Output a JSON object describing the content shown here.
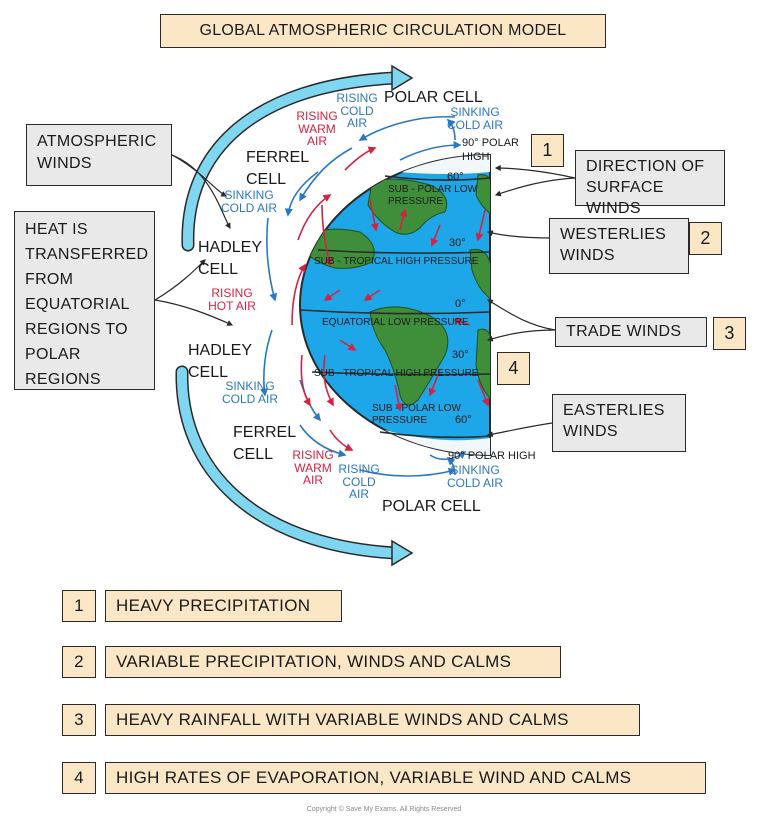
{
  "title": "GLOBAL ATMOSPHERIC CIRCULATION MODEL",
  "left_labels": {
    "atmospheric_winds": "ATMOSPHERIC WINDS",
    "heat_transfer": "HEAT IS TRANSFERRED FROM EQUATORIAL REGIONS TO POLAR REGIONS"
  },
  "right_labels": {
    "surface_winds": "DIRECTION OF SURFACE WINDS",
    "westerlies": "WESTERLIES WINDS",
    "trade_winds": "TRADE WINDS",
    "easterlies": "EASTERLIES WINDS"
  },
  "markers": [
    "1",
    "2",
    "3",
    "4"
  ],
  "cells": {
    "polar_top": "POLAR CELL",
    "ferrel_top": "FERREL CELL",
    "hadley_top": "HADLEY CELL",
    "hadley_bottom": "HADLEY CELL",
    "ferrel_bottom": "FERREL CELL",
    "polar_bottom": "POLAR CELL"
  },
  "air_labels": {
    "rising_cold_air_top": "RISING COLD AIR",
    "rising_warm_air_top": "RISING WARM AIR",
    "sinking_cold_air_top": "SINKING COLD AIR",
    "sinking_cold_air_upper_mid": "SINKING COLD AIR",
    "rising_hot_air": "RISING HOT AIR",
    "sinking_cold_air_lower_mid": "SINKING COLD AIR",
    "rising_warm_air_bottom": "RISING WARM AIR",
    "rising_cold_air_bottom": "RISING COLD AIR",
    "sinking_cold_air_bottom": "SINKING COLD AIR"
  },
  "globe_labels": {
    "polar_high_top": "90° POLAR HIGH",
    "lat_60_n": "60°",
    "sub_polar_low_n": "SUB - POLAR LOW PRESSURE",
    "lat_30_n": "30°",
    "sub_tropical_high_n": "SUB - TROPICAL HIGH PRESSURE",
    "lat_0": "0°",
    "equatorial_low": "EQUATORIAL LOW PRESSURE",
    "lat_30_s": "30°",
    "sub_tropical_high_s": "SUB - TROPICAL HIGH PRESSURE",
    "sub_polar_low_s": "SUB - POLAR LOW PRESSURE",
    "lat_60_s": "60°",
    "polar_high_bottom": "90° POLAR HIGH"
  },
  "legend": [
    {
      "num": "1",
      "text": "HEAVY PRECIPITATION"
    },
    {
      "num": "2",
      "text": "VARIABLE PRECIPITATION, WINDS AND CALMS"
    },
    {
      "num": "3",
      "text": "HEAVY RAINFALL WITH VARIABLE WINDS AND CALMS"
    },
    {
      "num": "4",
      "text": "HIGH RATES OF EVAPORATION, VARIABLE WIND AND CALMS"
    }
  ],
  "copyright": "Copyright © Save My Exams. All Rights Reserved",
  "colors": {
    "ocean": "#1ea7e8",
    "land": "#3f8f3a",
    "ice": "#f2f7fb",
    "blue_arrow": "#2b78c2",
    "red_arrow": "#d42242",
    "big_arrow": "#7fd6f0",
    "peach": "#fbe7c6",
    "grey_box": "#e9e9e9"
  }
}
